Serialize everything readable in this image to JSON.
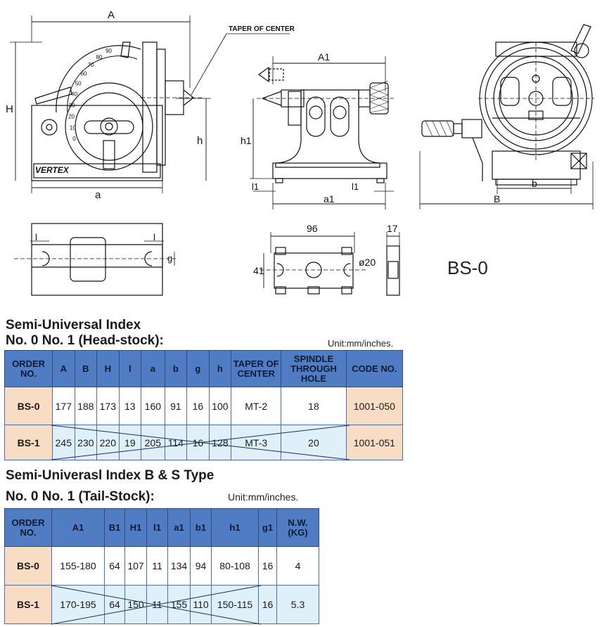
{
  "drawing": {
    "labels": {
      "A": "A",
      "H": "H",
      "h": "h",
      "a": "a",
      "A1": "A1",
      "h1": "h1",
      "l1": "l1",
      "a1": "a1",
      "b": "b",
      "B": "B",
      "l": "l",
      "g": "g",
      "taper": "TAPER OF CENTER",
      "brand": "VERTEX",
      "dim96": "96",
      "dim17": "17",
      "dim41": "41",
      "dim20": "ø20",
      "scale": [
        "0",
        "10",
        "20",
        "30",
        "40",
        "50",
        "60",
        "70",
        "80",
        "90"
      ]
    },
    "model": "BS-0"
  },
  "head_section": {
    "title_line1": "Semi-Universal Index",
    "title_line2": "No. 0 No. 1 (Head-stock):",
    "unit": "Unit:mm/inches.",
    "columns": [
      "ORDER NO.",
      "A",
      "B",
      "H",
      "l",
      "a",
      "b",
      "g",
      "h",
      "TAPER OF CENTER",
      "SPINDLE THROUGH HOLE",
      "CODE NO."
    ],
    "rows": [
      [
        "BS-0",
        "177",
        "188",
        "173",
        "13",
        "160",
        "91",
        "16",
        "100",
        "MT-2",
        "18",
        "1001-050"
      ],
      [
        "BS-1",
        "245",
        "230",
        "220",
        "19",
        "205",
        "114",
        "16",
        "128",
        "MT-3",
        "20",
        "1001-051"
      ]
    ]
  },
  "tail_section": {
    "title_line1": "Semi-Univerasl Index B & S Type",
    "title_line2": "No. 0 No. 1 (Tail-Stock):",
    "unit": "Unit:mm/inches.",
    "columns": [
      "ORDER NO.",
      "A1",
      "B1",
      "H1",
      "l1",
      "a1",
      "b1",
      "h1",
      "g1",
      "N.W. (KG)"
    ],
    "rows": [
      [
        "BS-0",
        "155-180",
        "64",
        "107",
        "11",
        "134",
        "94",
        "80-108",
        "16",
        "4"
      ],
      [
        "BS-1",
        "170-195",
        "64",
        "150",
        "11",
        "155",
        "110",
        "150-115",
        "16",
        "5.3"
      ]
    ]
  },
  "colors": {
    "header_bg": "#4f7cc2",
    "order_bg": "#f8dcc3",
    "alt_row_bg": "#dff0fb"
  }
}
